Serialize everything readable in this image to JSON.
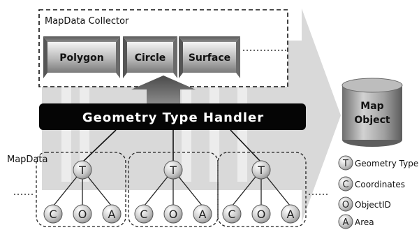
{
  "collector": {
    "title": "MapData Collector",
    "items": [
      "Polygon",
      "Circle",
      "Surface"
    ]
  },
  "handler": {
    "label": "Geometry Type Handler"
  },
  "map_object": {
    "line1": "Map",
    "line2": "Object"
  },
  "mapdata_label": "MapData",
  "groups": [
    {
      "root": "T",
      "children": [
        "C",
        "O",
        "A"
      ]
    },
    {
      "root": "T",
      "children": [
        "C",
        "O",
        "A"
      ]
    },
    {
      "root": "T",
      "children": [
        "C",
        "O",
        "A"
      ]
    }
  ],
  "legend": [
    {
      "symbol": "T",
      "text": "Geometry Type"
    },
    {
      "symbol": "C",
      "text": "Coordinates"
    },
    {
      "symbol": "O",
      "text": "ObjectID"
    },
    {
      "symbol": "A",
      "text": "Area"
    }
  ],
  "colors": {
    "big_arrow": "#d6d6d6",
    "handler_bar": "#050505",
    "handler_text": "#ffffff",
    "cylinder": "#b0b0b0",
    "node": "#c8c8c8"
  }
}
